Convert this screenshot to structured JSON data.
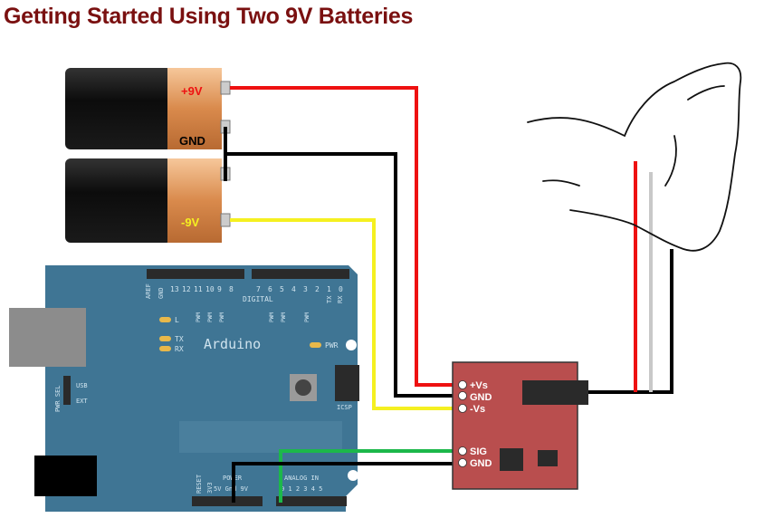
{
  "title": "Getting Started Using Two 9V Batteries",
  "batteries": {
    "pos_label": "+9V",
    "gnd_label": "GND",
    "neg_label": "-9V"
  },
  "arduino": {
    "name": "Arduino",
    "digital_label": "DIGITAL",
    "aref": "AREF",
    "gnd": "GND",
    "digital_pins_high": [
      "13",
      "12",
      "11",
      "10",
      "9",
      "8"
    ],
    "digital_pins_low": [
      "7",
      "6",
      "5",
      "4",
      "3",
      "2",
      "1",
      "0"
    ],
    "tx_pin": "TX",
    "rx_pin": "RX",
    "pwm": "PWM",
    "led_l": "L",
    "led_tx": "TX",
    "led_rx": "RX",
    "pwr_led": "PWR",
    "pwr_sel": "PWR SEL",
    "usb": "USB",
    "ext": "EXT",
    "icsp": "ICSP",
    "reset": "RESET",
    "v3": "3V3",
    "power": "POWER",
    "power_pins": "5V Gnd 9V",
    "analog_in": "ANALOG IN",
    "analog_pins": "0 1 2 3 4 5"
  },
  "sensor": {
    "pins": [
      "+Vs",
      "GND",
      "-Vs",
      "SIG",
      "GND"
    ]
  },
  "colors": {
    "title": "#7a1010",
    "board": "#3f7594",
    "sensor": "#b94e4e",
    "red_wire": "#ee1111",
    "yellow_wire": "#f5f020",
    "green_wire": "#1cb84a",
    "black_wire": "#000000"
  }
}
